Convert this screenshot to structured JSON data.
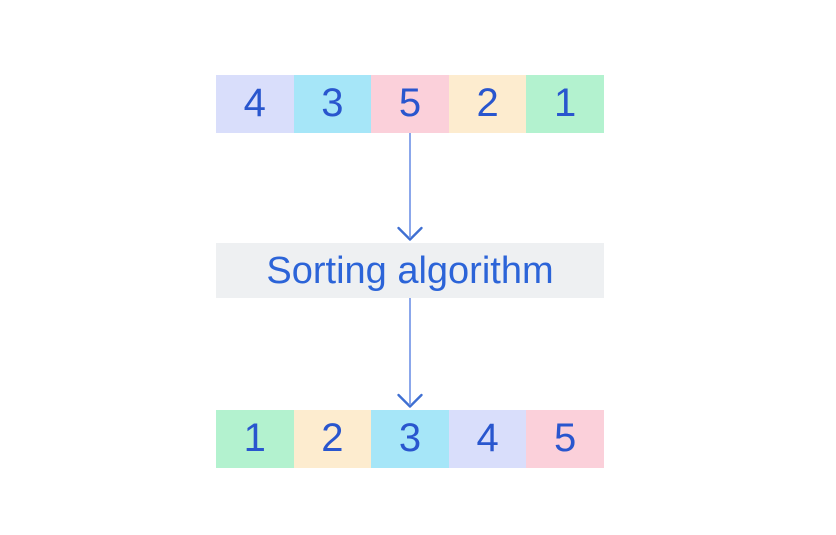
{
  "page": {
    "background": "#ffffff"
  },
  "diagram": {
    "number_text_color": "#2956ce",
    "unsorted_row": {
      "cells": [
        {
          "value": "4",
          "bg": "#d9defb"
        },
        {
          "value": "3",
          "bg": "#a6e6f8"
        },
        {
          "value": "5",
          "bg": "#fbd0da"
        },
        {
          "value": "2",
          "bg": "#fdeccf"
        },
        {
          "value": "1",
          "bg": "#b3f2cf"
        }
      ]
    },
    "process_box": {
      "label": "Sorting algorithm",
      "bg": "#eef0f2",
      "text_color": "#2c64d8"
    },
    "sorted_row": {
      "cells": [
        {
          "value": "1",
          "bg": "#b3f2cf"
        },
        {
          "value": "2",
          "bg": "#fdeccf"
        },
        {
          "value": "3",
          "bg": "#a6e6f8"
        },
        {
          "value": "4",
          "bg": "#d9defb"
        },
        {
          "value": "5",
          "bg": "#fbd0da"
        }
      ]
    },
    "arrows": {
      "line_color": "#7e9de9",
      "head_color": "#3f6fd2"
    }
  }
}
